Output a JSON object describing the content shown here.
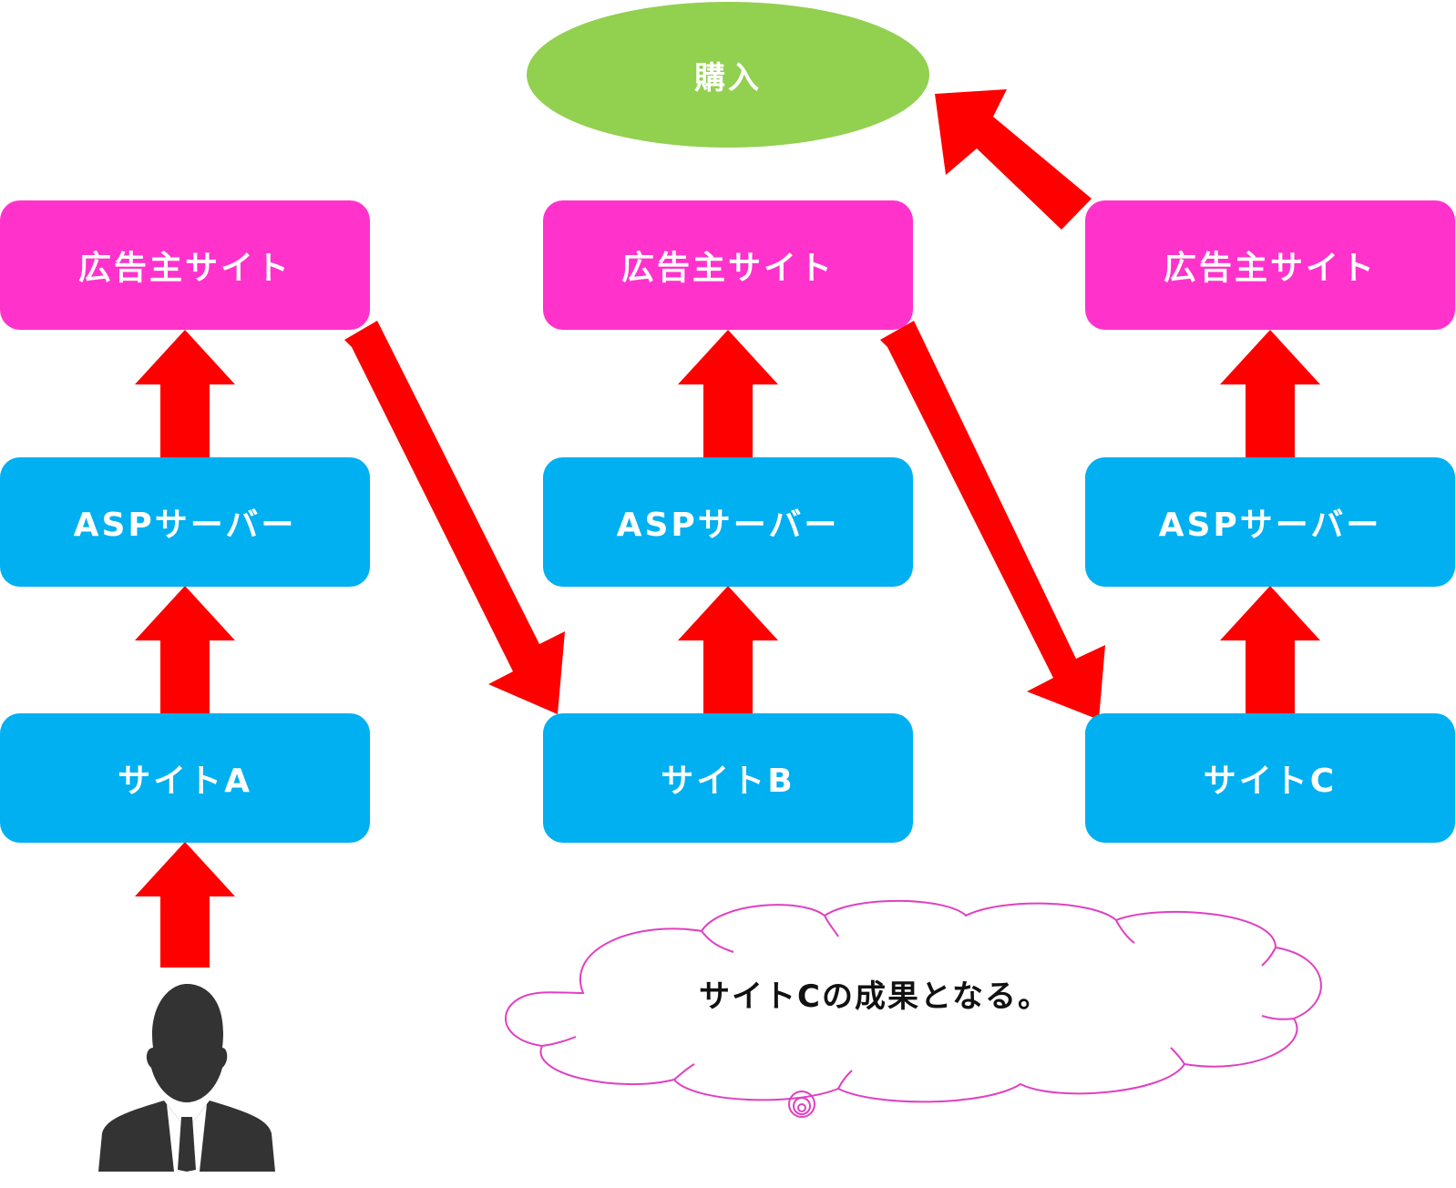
{
  "colors": {
    "advertiser": "#ff33cc",
    "blue": "#00b0f0",
    "purchase": "#92d050",
    "arrow": "#ff0000",
    "cloud_stroke": "#e040c0",
    "person": "#333333"
  },
  "purchase": {
    "label": "購入"
  },
  "columns": [
    {
      "advertiser": "広告主サイト",
      "asp": "ASPサーバー",
      "site": "サイトA"
    },
    {
      "advertiser": "広告主サイト",
      "asp": "ASPサーバー",
      "site": "サイトB"
    },
    {
      "advertiser": "広告主サイト",
      "asp": "ASPサーバー",
      "site": "サイトC"
    }
  ],
  "callout": {
    "text": "サイトCの成果となる。"
  },
  "icons": {
    "person": "person-icon",
    "cloud": "cloud-callout-icon"
  }
}
